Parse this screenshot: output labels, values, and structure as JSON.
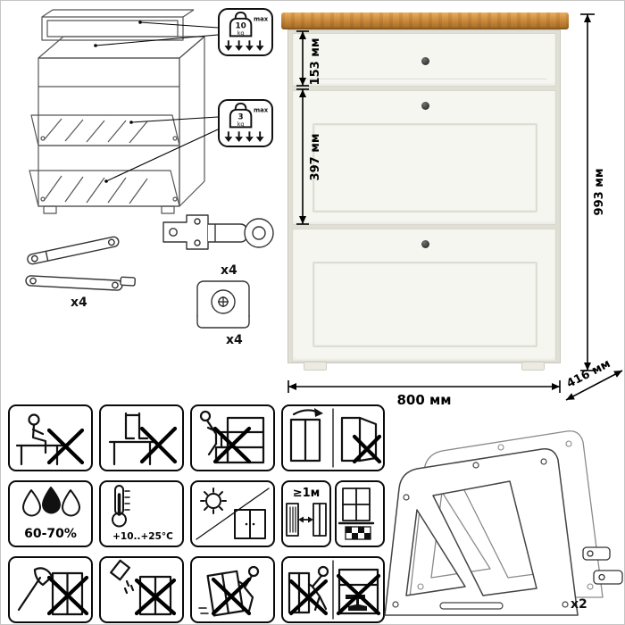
{
  "assembly": {
    "drawer_limit": {
      "value": "10",
      "unit": "kg",
      "max": "max"
    },
    "flap_limit": {
      "value": "3",
      "unit": "kg",
      "max": "max"
    },
    "lid_stay_qty": "x4",
    "hinge_qty": "x4",
    "mount_plate_qty": "x4"
  },
  "dimensions": {
    "drawer_front_height": "153 мм",
    "flap_front_height": "397 мм",
    "overall_height": "993 мм",
    "overall_width": "800 мм",
    "overall_depth": "416 мм"
  },
  "care": {
    "humidity_range": "60-70%",
    "temperature_range": "+10..+25°С",
    "min_heater_distance": "≥1м"
  },
  "parts": {
    "side_panel_qty": "x2"
  },
  "colors": {
    "wood": "#c8883a",
    "body": "#f3f3ee",
    "line": "#111111"
  },
  "pictograms": [
    {
      "name": "no-sitting-icon"
    },
    {
      "name": "no-standing-icon"
    },
    {
      "name": "no-climbing-icon"
    },
    {
      "name": "door-swing-warning-icon"
    },
    {
      "name": "humidity-icon"
    },
    {
      "name": "temperature-icon"
    },
    {
      "name": "no-direct-sunlight-icon"
    },
    {
      "name": "heater-distance-icon"
    },
    {
      "name": "ventilation-window-icon"
    },
    {
      "name": "no-sharp-tools-icon"
    },
    {
      "name": "no-liquids-icon"
    },
    {
      "name": "no-dragging-icon"
    },
    {
      "name": "no-pushing-icon"
    },
    {
      "name": "no-heavy-load-icon"
    }
  ]
}
